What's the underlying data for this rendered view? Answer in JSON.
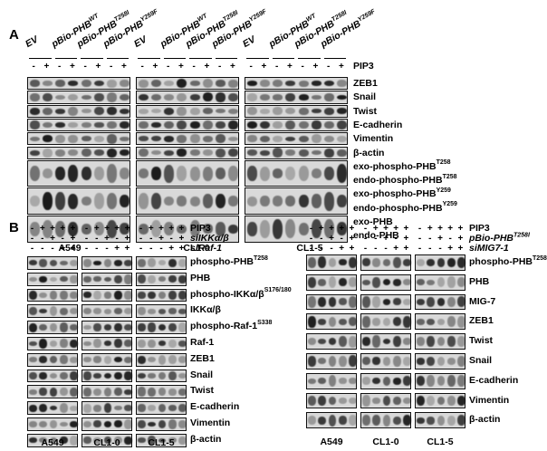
{
  "panel_a": {
    "letter": "A",
    "groups": [
      [
        "EV",
        "pBio-PHB",
        "WT"
      ],
      [
        "pBio-PHB",
        "T258I"
      ],
      [
        "pBio-PHB",
        "Y259F"
      ]
    ],
    "group_labels": [
      {
        "text": "EV",
        "sup": ""
      },
      {
        "text": "pBio-PHB",
        "sup": "WT"
      },
      {
        "text": "pBio-PHB",
        "sup": "T258I"
      },
      {
        "text": "pBio-PHB",
        "sup": "Y259F"
      }
    ],
    "pip3_row": [
      "-",
      "+",
      "-",
      "+",
      "-",
      "+",
      "-",
      "+"
    ],
    "row_labels": [
      {
        "text": "PIP3",
        "sup": ""
      },
      {
        "text": "ZEB1",
        "sup": ""
      },
      {
        "text": "Snail",
        "sup": ""
      },
      {
        "text": "Twist",
        "sup": ""
      },
      {
        "text": "E-cadherin",
        "sup": ""
      },
      {
        "text": "Vimentin",
        "sup": ""
      },
      {
        "text": "β-actin",
        "sup": ""
      },
      {
        "text": "exo-phospho-PHB",
        "sup": "T258"
      },
      {
        "text": "endo-phospho-PHB",
        "sup": "T258"
      },
      {
        "text": "exo-phospho-PHB",
        "sup": "Y259"
      },
      {
        "text": "endo-phospho-PHB",
        "sup": "Y259"
      },
      {
        "text": "exo-PHB",
        "sup": ""
      },
      {
        "text": "endo-PHB",
        "sup": ""
      }
    ],
    "cell_lines": [
      "A549",
      "CL1-0",
      "CL1-5"
    ]
  },
  "panel_b_left": {
    "letter": "B",
    "header_rows": [
      {
        "label": "PIP3",
        "sup": "",
        "italic": false,
        "signs": [
          "-",
          "+",
          "+",
          "+",
          "+"
        ]
      },
      {
        "label": "siIKKα/β",
        "sup": "",
        "italic": true,
        "signs": [
          "-",
          "-",
          "+",
          "-",
          "+"
        ]
      },
      {
        "label": "siRaf-1",
        "sup": "",
        "italic": true,
        "signs": [
          "-",
          "-",
          "-",
          "+",
          "+"
        ]
      }
    ],
    "row_labels": [
      {
        "text": "phospho-PHB",
        "sup": "T258"
      },
      {
        "text": "PHB",
        "sup": ""
      },
      {
        "text": "phospho-IKKα/β",
        "sup": "S176/180"
      },
      {
        "text": "IKKα/β",
        "sup": ""
      },
      {
        "text": "phospho-Raf-1",
        "sup": "S338"
      },
      {
        "text": "Raf-1",
        "sup": ""
      },
      {
        "text": "ZEB1",
        "sup": ""
      },
      {
        "text": "Snail",
        "sup": ""
      },
      {
        "text": "Twist",
        "sup": ""
      },
      {
        "text": "E-cadherin",
        "sup": ""
      },
      {
        "text": "Vimentin",
        "sup": ""
      },
      {
        "text": "β-actin",
        "sup": ""
      }
    ],
    "cell_lines": [
      "A549",
      "CL1-0",
      "CL1-5"
    ]
  },
  "panel_b_right": {
    "header_rows": [
      {
        "label": "PIP3",
        "sup": "",
        "italic": false,
        "signs": [
          "-",
          "+",
          "+",
          "+",
          "+"
        ]
      },
      {
        "label": "pBio-PHB",
        "sup": "T258I",
        "italic": true,
        "signs": [
          "-",
          "-",
          "+",
          "-",
          "+"
        ]
      },
      {
        "label": "siMIG7-1",
        "sup": "",
        "italic": true,
        "signs": [
          "-",
          "-",
          "-",
          "+",
          "+"
        ]
      }
    ],
    "row_labels": [
      {
        "text": "phospho-PHB",
        "sup": "T258"
      },
      {
        "text": "PHB",
        "sup": ""
      },
      {
        "text": "MIG-7",
        "sup": ""
      },
      {
        "text": "ZEB1",
        "sup": ""
      },
      {
        "text": "Twist",
        "sup": ""
      },
      {
        "text": "Snail",
        "sup": ""
      },
      {
        "text": "E-cadherin",
        "sup": ""
      },
      {
        "text": "Vimentin",
        "sup": ""
      },
      {
        "text": "β-actin",
        "sup": ""
      }
    ],
    "cell_lines": [
      "A549",
      "CL1-0",
      "CL1-5"
    ]
  }
}
